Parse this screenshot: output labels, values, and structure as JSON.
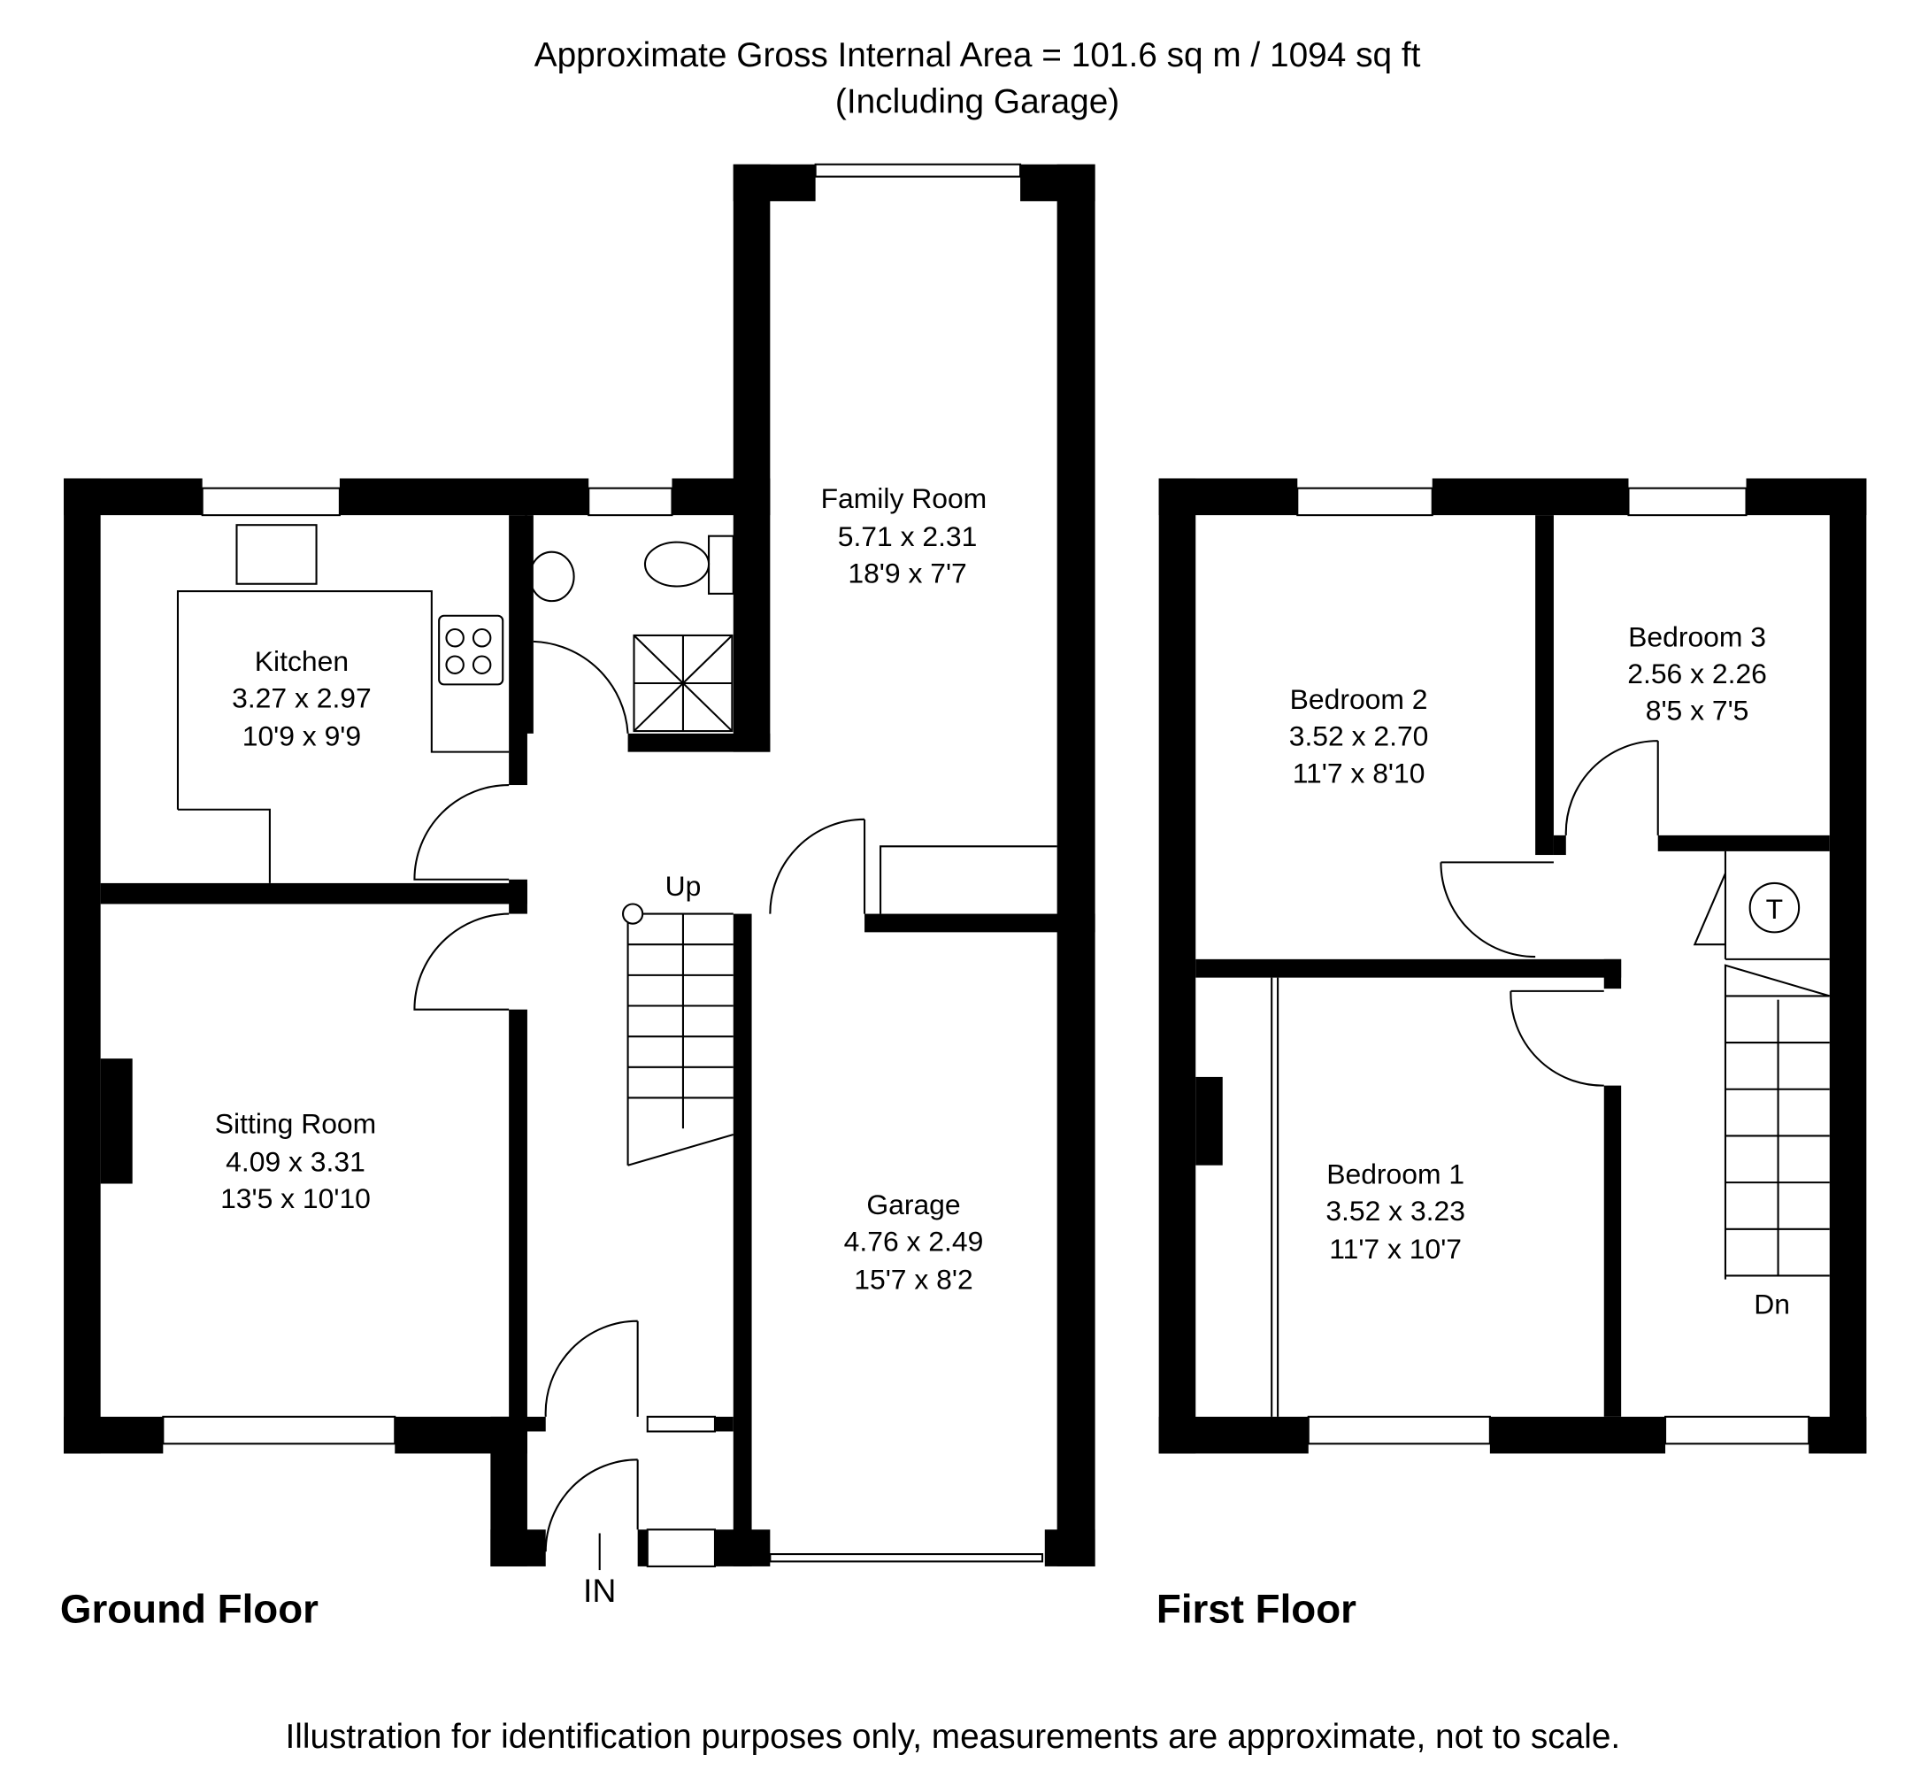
{
  "header": {
    "area": "Approximate Gross Internal Area = 101.6 sq m / 1094 sq ft",
    "note": "(Including Garage)"
  },
  "ground_floor": {
    "label": "Ground Floor",
    "entrance": "IN",
    "stairs": "Up",
    "rooms": [
      {
        "name": "Family Room",
        "metric": "5.71 x 2.31",
        "imperial": "18'9 x 7'7"
      },
      {
        "name": "Kitchen",
        "metric": "3.27 x 2.97",
        "imperial": "10'9 x 9'9"
      },
      {
        "name": "Sitting Room",
        "metric": "4.09 x 3.31",
        "imperial": "13'5 x 10'10"
      },
      {
        "name": "Garage",
        "metric": "4.76 x 2.49",
        "imperial": "15'7 x 8'2"
      }
    ]
  },
  "first_floor": {
    "label": "First Floor",
    "stairs": "Dn",
    "tank": "T",
    "rooms": [
      {
        "name": "Bedroom 2",
        "metric": "3.52 x 2.70",
        "imperial": "11'7 x 8'10"
      },
      {
        "name": "Bedroom 3",
        "metric": "2.56 x 2.26",
        "imperial": "8'5 x 7'5"
      },
      {
        "name": "Bedroom 1",
        "metric": "3.52 x 3.23",
        "imperial": "11'7 x 10'7"
      }
    ]
  },
  "footer": "Illustration for identification purposes only, measurements are approximate, not to scale."
}
